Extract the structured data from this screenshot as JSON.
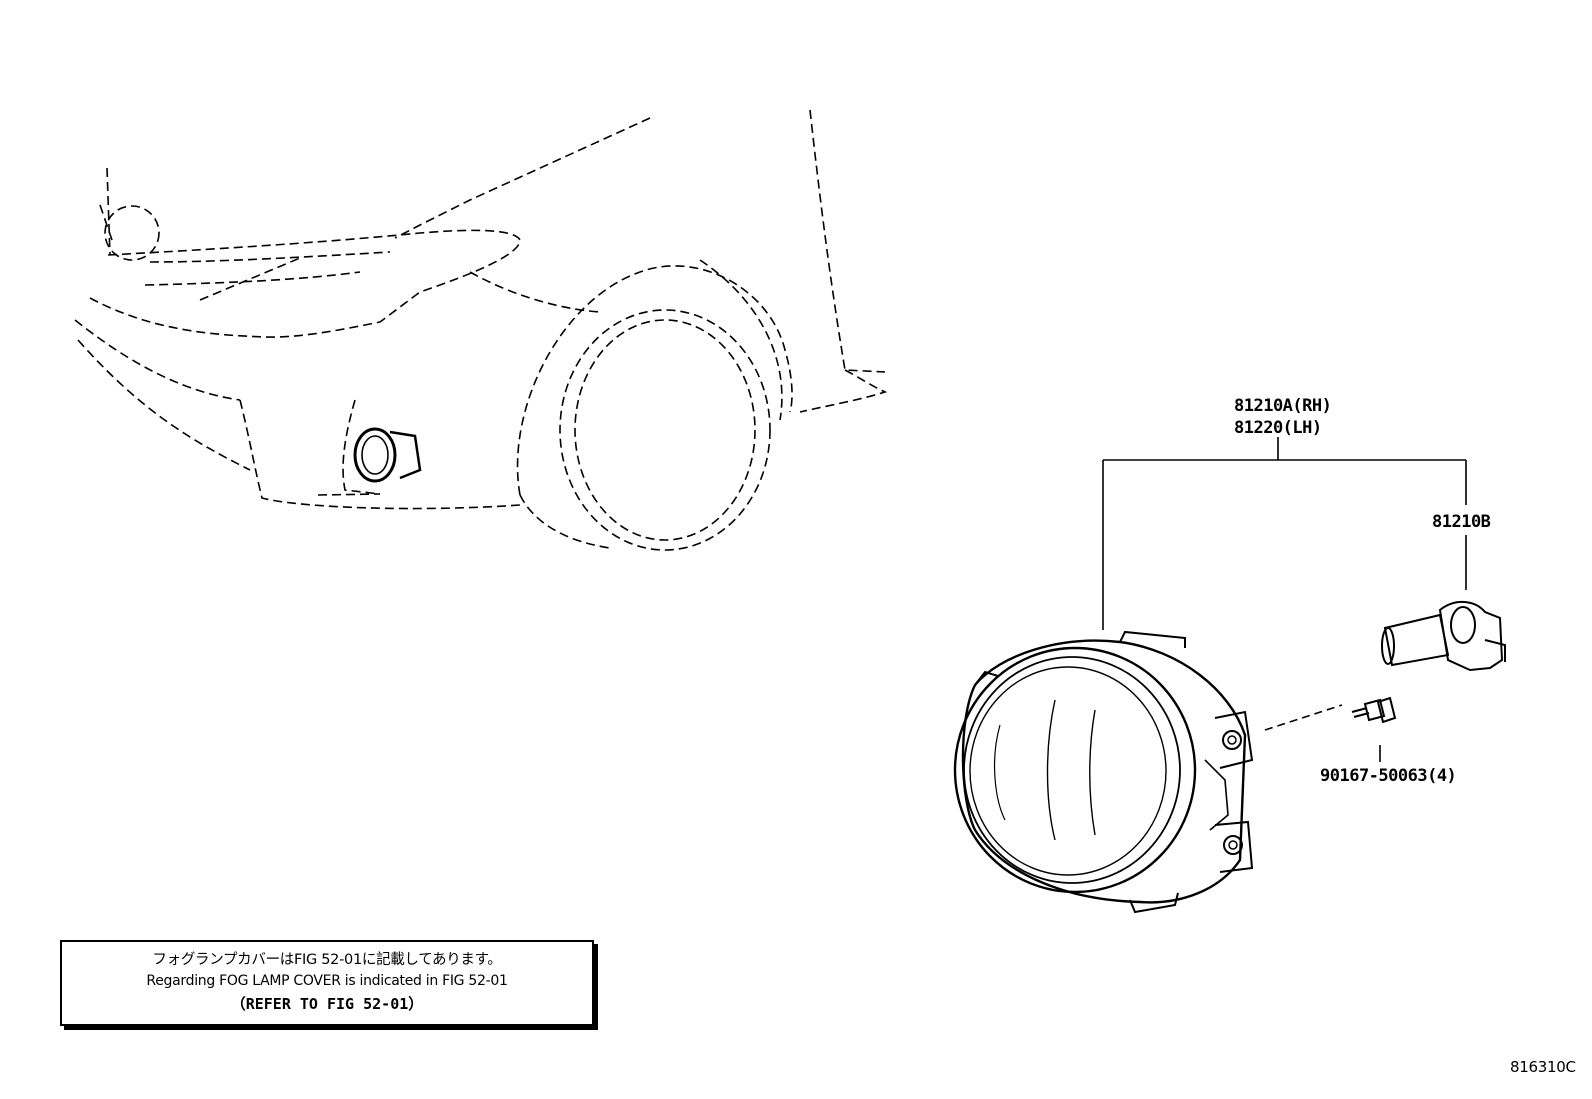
{
  "parts": {
    "lamp_rh": "81210A(RH)",
    "lamp_lh": "81220(LH)",
    "bulb": "81210B",
    "screw": "90167-50063(4)"
  },
  "note": {
    "jp": "フォグランプカバーはFIG 52-01に記載してあります。",
    "en": "Regarding FOG LAMP COVER is indicated in FIG 52-01",
    "ref": "（REFER TO FIG 52-01）"
  },
  "figure_code": "816310C"
}
